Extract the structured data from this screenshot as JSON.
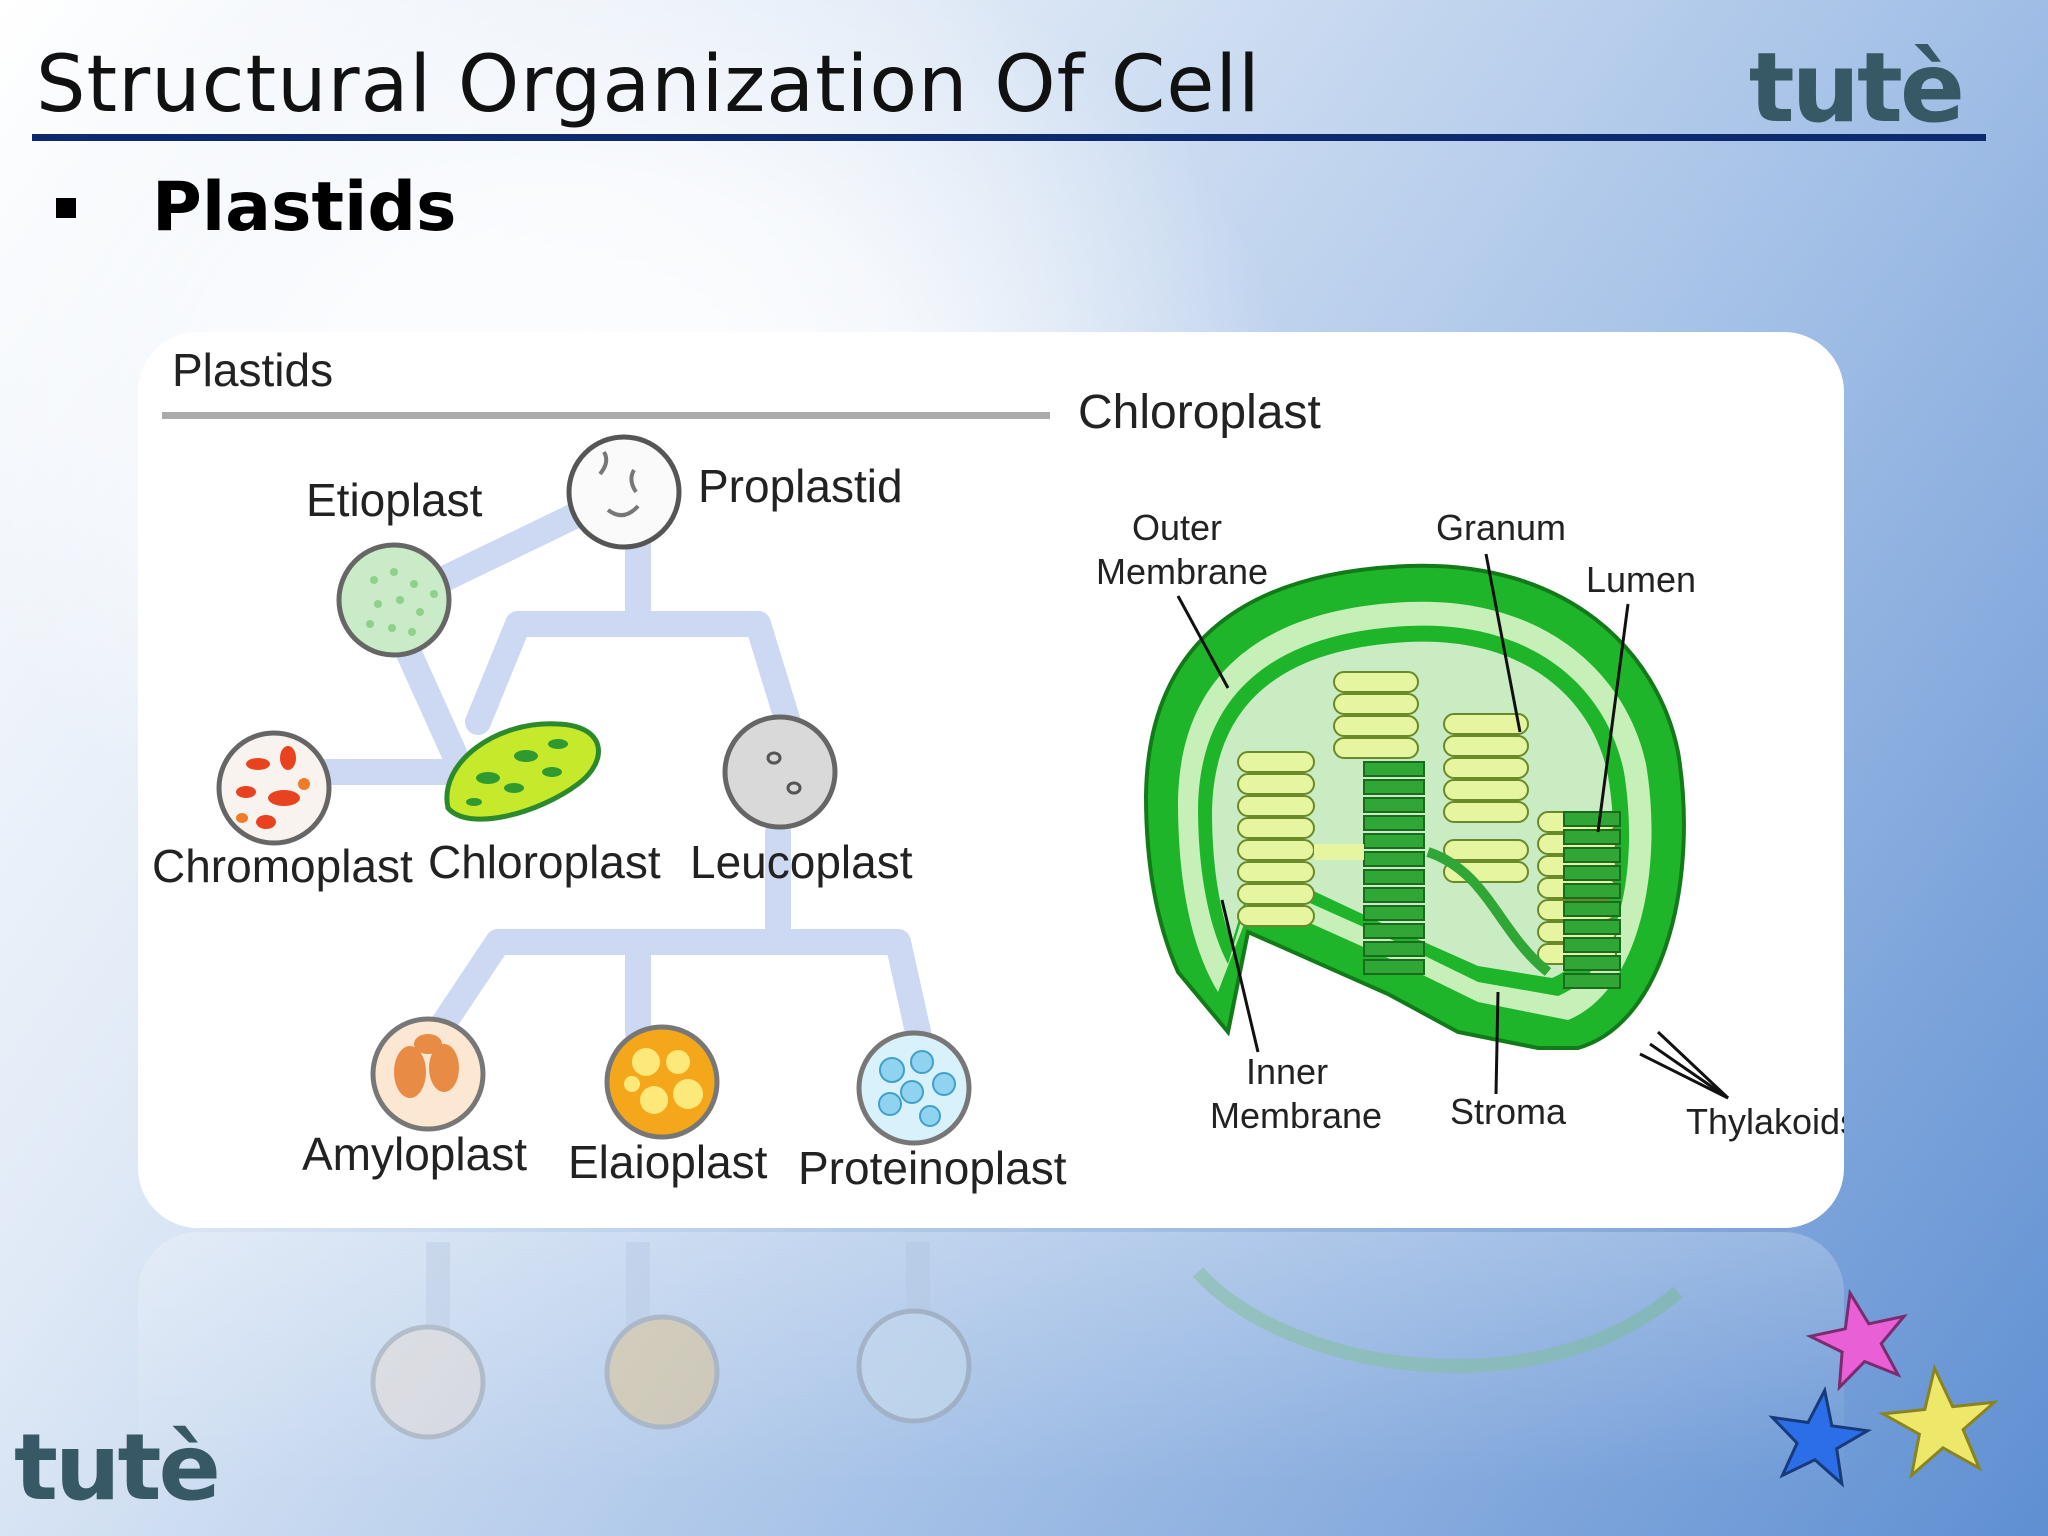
{
  "slide": {
    "title": "Structural Organization Of Cell",
    "logo": "tutè",
    "bullet": "Plastids"
  },
  "diagram": {
    "left_title": "Plastids",
    "right_title": "Chloroplast",
    "plastids": {
      "etioplast": "Etioplast",
      "proplastid": "Proplastid",
      "chromoplast": "Chromoplast",
      "chloroplast": "Chloroplast",
      "leucoplast": "Leucoplast",
      "amyloplast": "Amyloplast",
      "elaioplast": "Elaioplast",
      "proteinoplast": "Proteinoplast"
    },
    "chloroplast_parts": {
      "outer_membrane_1": "Outer",
      "outer_membrane_2": "Membrane",
      "granum": "Granum",
      "lumen": "Lumen",
      "inner_membrane_1": "Inner",
      "inner_membrane_2": "Membrane",
      "stroma": "Stroma",
      "thylakoids": "Thylakoids"
    }
  },
  "colors": {
    "title_rule": "#0e2a6e",
    "logo": "#375865",
    "pathway": "#cdd8f3",
    "chloroplast_green": "#1fb52b",
    "granum_yellow": "#e6f5a0"
  }
}
